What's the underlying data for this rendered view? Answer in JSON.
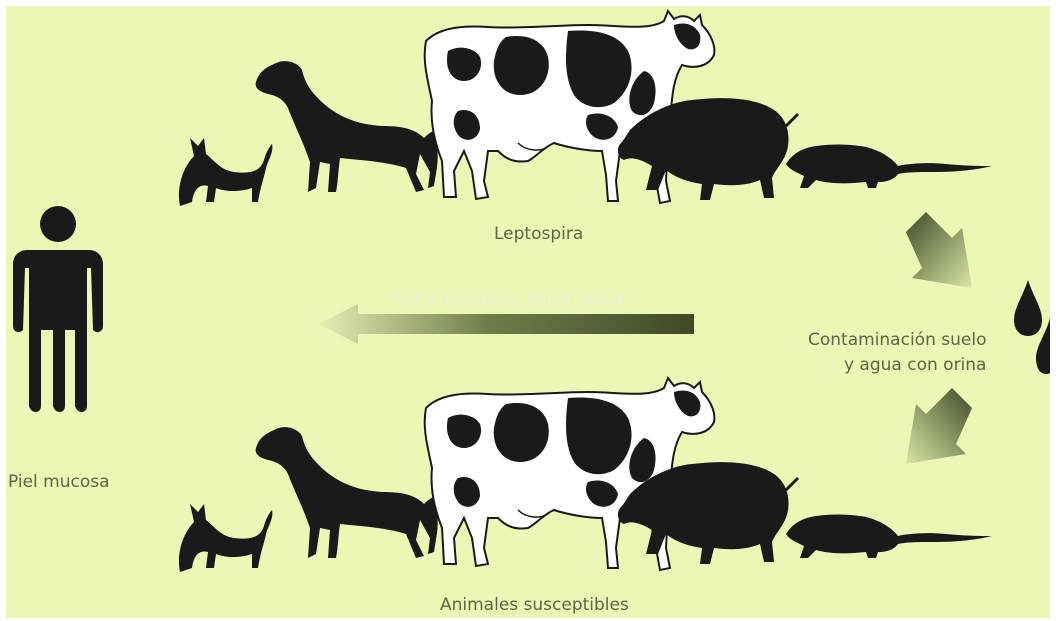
{
  "labels": {
    "reservoir": "Leptospira",
    "susceptible": "Animales susceptibles",
    "human": "Piel mucosa",
    "transmission": "Piel y mucosas, bucal-nasal",
    "contamination_line1": "Contaminación suelo",
    "contamination_line2": "y agua con orina"
  },
  "colors": {
    "background": "#ebf7b4",
    "silhouette": "#1a1a1a",
    "label": "#5b6648",
    "arrow_dark": "#4a5530",
    "arrow_light": "#e6f2b8"
  },
  "icons": [
    "cat-icon",
    "dog-icon",
    "cow-icon",
    "pig-icon",
    "rat-icon",
    "human-icon",
    "water-drop-icon"
  ]
}
